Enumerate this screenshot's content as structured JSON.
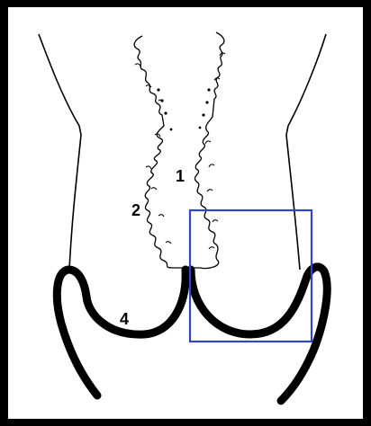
{
  "labels": {
    "one": "1",
    "two": "2",
    "four": "4"
  },
  "colors": {
    "background_border": "#000000",
    "page": "#ffffff",
    "line": "#000000",
    "highlight_box": "#2f46c8"
  }
}
